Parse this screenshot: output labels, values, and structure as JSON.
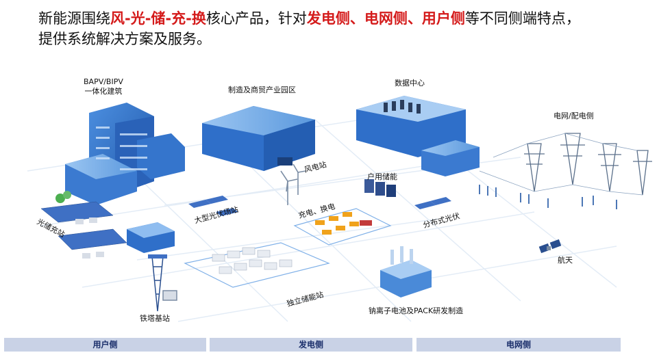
{
  "headline": {
    "line1_prefix": "新能源围绕",
    "products_highlight": "风-光-储-充-换",
    "line1_middle": "核心产品，针对",
    "sides_highlight": "发电侧、电网侧、用户侧",
    "line1_suffix": "等不同侧端特点，",
    "line2": "提供系统解决方案及服务。"
  },
  "labels": {
    "bapv": "BAPV/BIPV",
    "bapv2": "一体化建筑",
    "industrial_park": "制造及商贸产业园区",
    "data_center": "数据中心",
    "grid_distribution": "电网/配电侧",
    "wind_station": "风电站",
    "household_storage": "户用储能",
    "pv_storage_charging": "光储充站",
    "large_pv": "大型光伏场站",
    "charge_swap": "充电、换电",
    "distributed_pv": "分布式光伏",
    "aerospace": "航天",
    "tower_station": "铁塔基站",
    "independent_storage": "独立储能站",
    "sodium_battery": "钠离子电池及PACK研发制造"
  },
  "bottom_bars": {
    "user_side": "用户侧",
    "generation_side": "发电侧",
    "grid_side": "电网侧"
  },
  "colors": {
    "highlight": "#d41a1a",
    "building_blue": "#2f6fc9",
    "bar_bg": "#c9d2e6",
    "bar_text": "#1b2f6b"
  }
}
